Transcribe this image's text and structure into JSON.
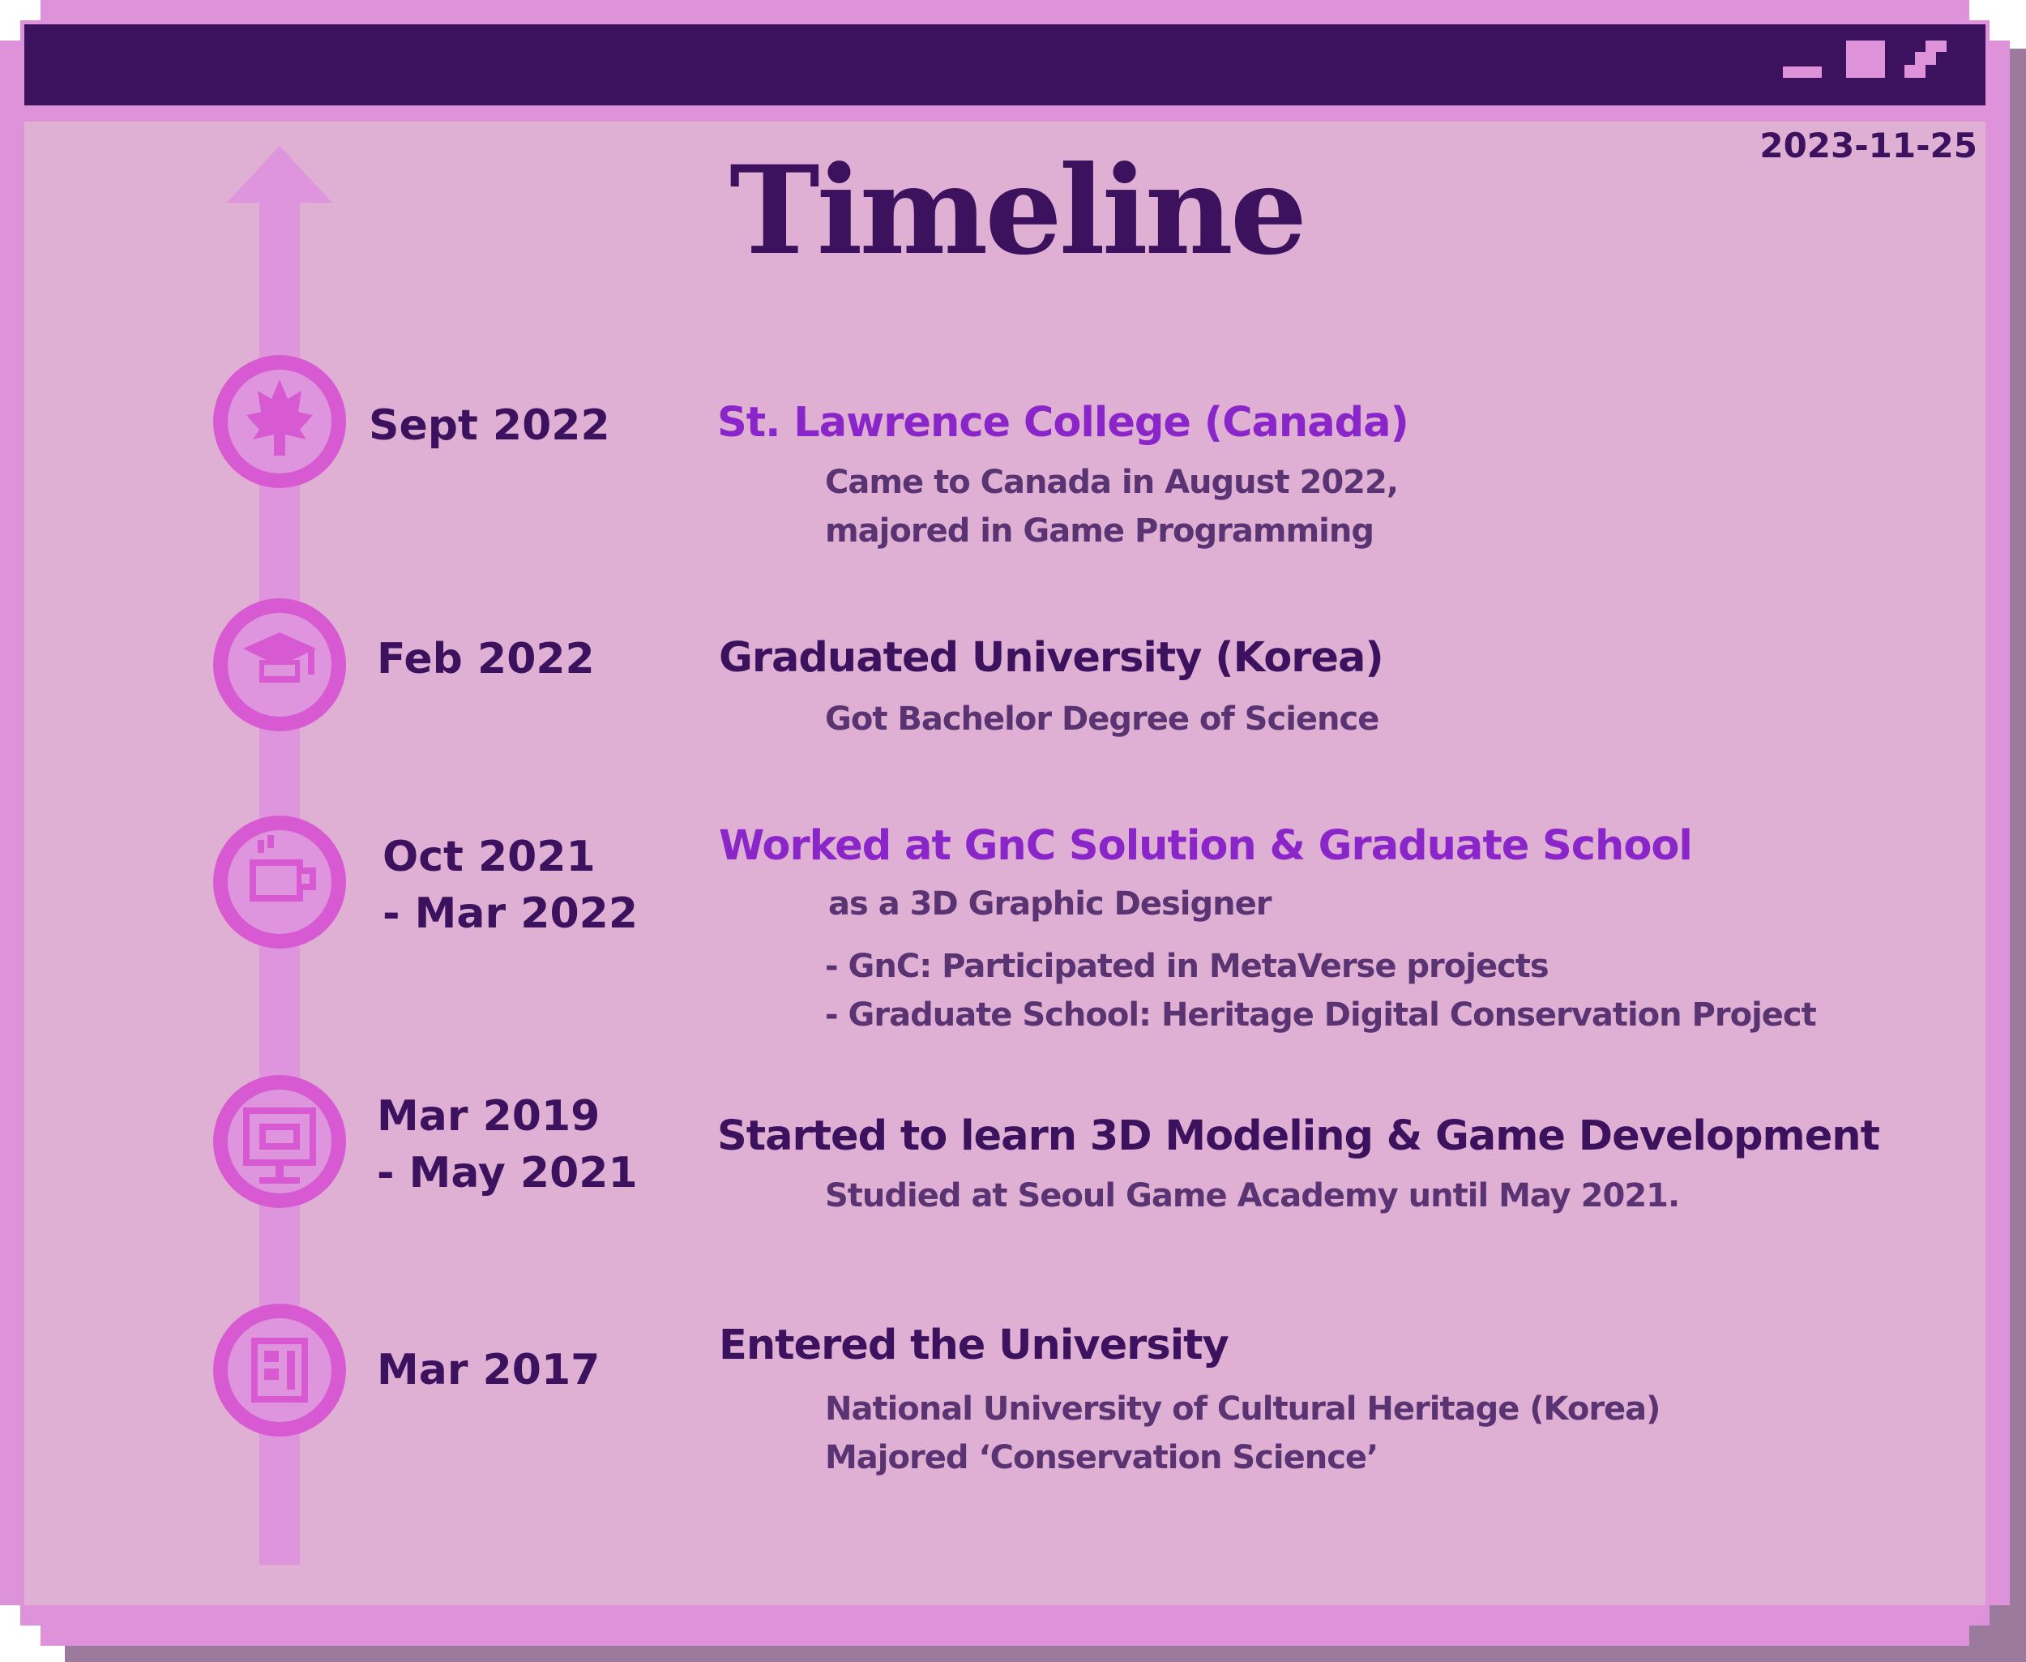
{
  "window": {
    "controls": [
      "minimize-icon",
      "maximize-icon",
      "close-icon"
    ],
    "date": "2023-11-25"
  },
  "page": {
    "title": "Timeline"
  },
  "colors": {
    "frame": "#dd92d9",
    "titlebar": "#3c125f",
    "content_bg": "#e0b0d4",
    "accent": "#8a25c9",
    "node": "#d75ad3"
  },
  "timeline": {
    "events": [
      {
        "icon": "maple-leaf-icon",
        "date_lines": [
          "Sept 2022"
        ],
        "heading": "St. Lawrence College (Canada)",
        "heading_style": "accent",
        "details": [
          "Came to Canada in August 2022,",
          "majored in Game Programming"
        ]
      },
      {
        "icon": "graduation-cap-icon",
        "date_lines": [
          "Feb 2022"
        ],
        "heading": "Graduated University (Korea)",
        "heading_style": "dark",
        "details": [
          "Got Bachelor Degree of Science"
        ]
      },
      {
        "icon": "coffee-cup-icon",
        "date_lines": [
          "Oct 2021",
          "- Mar 2022"
        ],
        "heading": "Worked at GnC Solution & Graduate School",
        "heading_style": "accent",
        "details": [
          "as a 3D Graphic Designer",
          "- GnC: Participated in MetaVerse projects",
          "- Graduate School: Heritage Digital Conservation Project"
        ]
      },
      {
        "icon": "monitor-icon",
        "date_lines": [
          "Mar 2019",
          "- May 2021"
        ],
        "heading": "Started to learn 3D Modeling & Game Development",
        "heading_style": "dark",
        "details": [
          "Studied at Seoul Game Academy until May 2021."
        ]
      },
      {
        "icon": "building-icon",
        "date_lines": [
          "Mar 2017"
        ],
        "heading": "Entered the University",
        "heading_style": "dark",
        "details": [
          "National University of Cultural Heritage (Korea)",
          "Majored ‘Conservation Science’"
        ]
      }
    ]
  }
}
